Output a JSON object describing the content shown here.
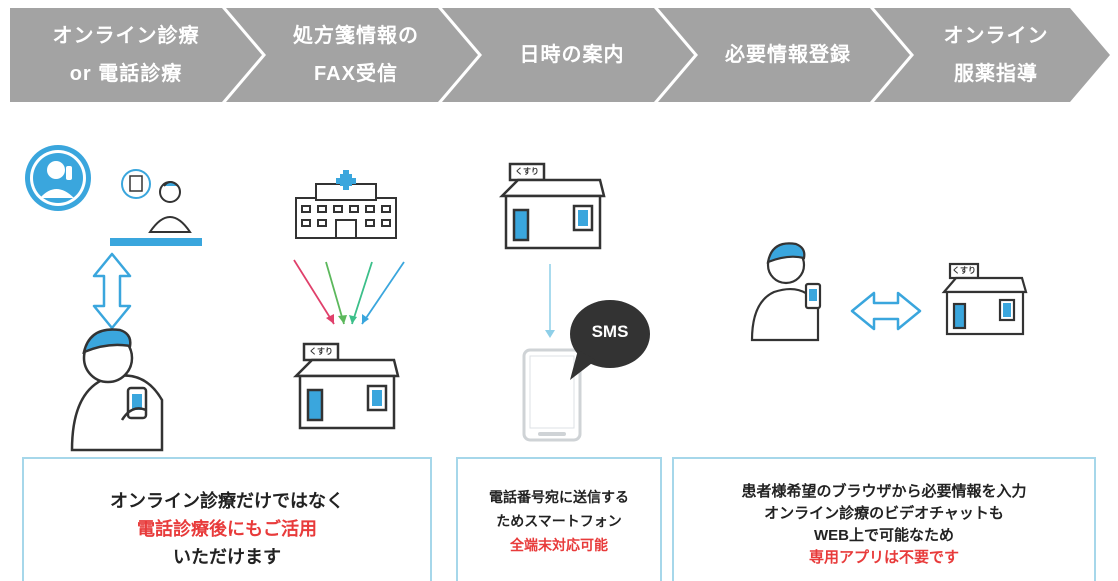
{
  "steps": [
    {
      "line1": "オンライン診療",
      "line2": "or 電話診療"
    },
    {
      "line1": "処方箋情報の",
      "line2": "FAX受信"
    },
    {
      "line1": "日時の案内",
      "line2": ""
    },
    {
      "line1": "必要情報登録",
      "line2": ""
    },
    {
      "line1": "オンライン",
      "line2": "服薬指導"
    }
  ],
  "sms_label": "SMS",
  "store_sign": "くすり",
  "boxes": {
    "consult": {
      "line1": "オンライン診療だけではなく",
      "line2": "電話診療後にもご活用",
      "line3": "いただけます"
    },
    "notify": {
      "line1": "電話番号宛に送信する",
      "line2": "ためスマートフォン",
      "line3": "全端末対応可能"
    },
    "register": {
      "line1": "患者様希望のブラウザから必要情報を入力",
      "line2": "オンライン診療のビデオチャットも",
      "line3": "WEB上で可能なため",
      "line4": "専用アプリは不要です"
    }
  },
  "colors": {
    "chevron": "#a3a3a3",
    "accent_blue": "#3aa6dd",
    "box_border": "#a6d7ea",
    "highlight_red": "#e83b3b",
    "sms_bubble": "#333333"
  }
}
